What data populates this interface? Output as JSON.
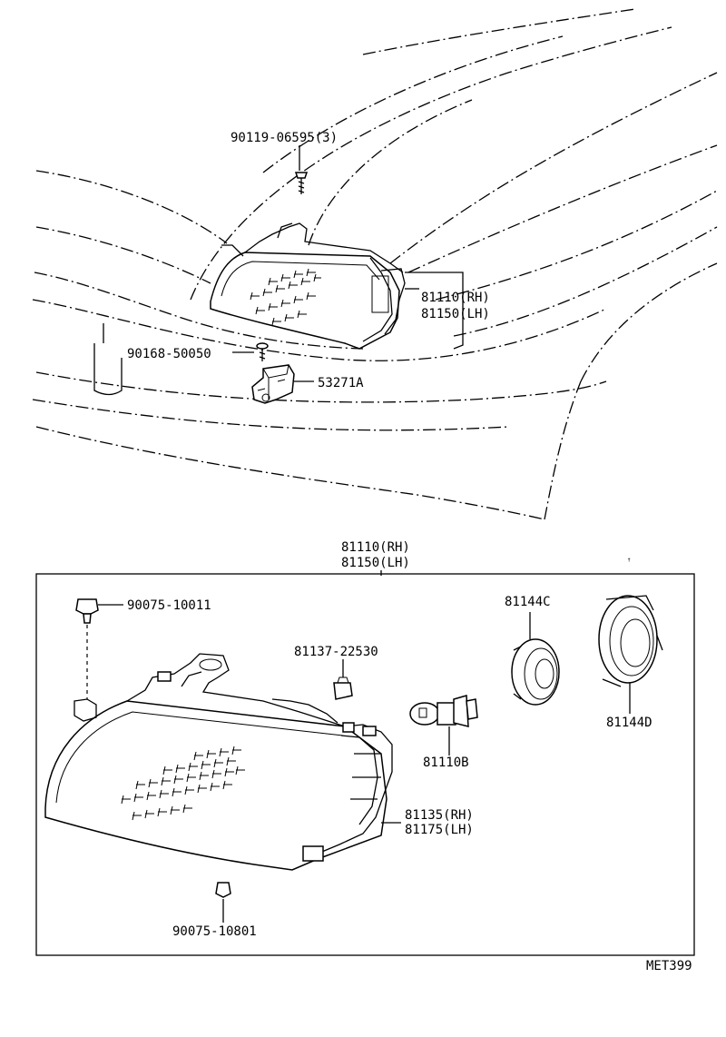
{
  "callouts": {
    "screw_top": "90119-06595(3)",
    "headlamp_top_rh": "81110(RH)",
    "headlamp_top_lh": "81150(LH)",
    "screw_mid": "90168-50050",
    "bracket": "53271A",
    "assy_rh": "81110(RH)",
    "assy_lh": "81150(LH)",
    "clip_top": "90075-10011",
    "retainer": "81137-22530",
    "bulb": "81110B",
    "socket_c": "81144C",
    "socket_d": "81144D",
    "housing_rh": "81135(RH)",
    "housing_lh": "81175(LH)",
    "clip_bottom": "90075-10801"
  },
  "small_mark": "ꜛ",
  "diagram_code": "MET399"
}
